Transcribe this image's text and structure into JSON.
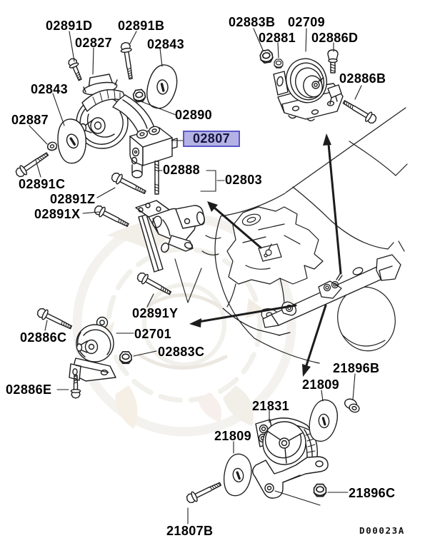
{
  "diagram": {
    "code": "D00023A",
    "highlight": {
      "fill": "#b4b2e4",
      "border": "#5b57c8",
      "text_color": "#14143c"
    },
    "line_color": "#1c1c1c",
    "background": "#ffffff",
    "selected_part": "02807"
  },
  "labels": {
    "l02891d": "02891D",
    "l02891b": "02891B",
    "l02827": "02827",
    "l02843_top": "02843",
    "l02843_left": "02843",
    "l02887": "02887",
    "l02890": "02890",
    "l02807": "02807",
    "l02888": "02888",
    "l02803": "02803",
    "l02891c": "02891C",
    "l02891z": "02891Z",
    "l02891x": "02891X",
    "l02883b": "02883B",
    "l02709": "02709",
    "l02881": "02881",
    "l02886d": "02886D",
    "l02886b": "02886B",
    "l02891y": "02891Y",
    "l02886c": "02886C",
    "l02701": "02701",
    "l02883c": "02883C",
    "l02886e": "02886E",
    "l21896b": "21896B",
    "l21809_right": "21809",
    "l21831": "21831",
    "l21809_left": "21809",
    "l21896c": "21896C",
    "l21807b": "21807B"
  }
}
